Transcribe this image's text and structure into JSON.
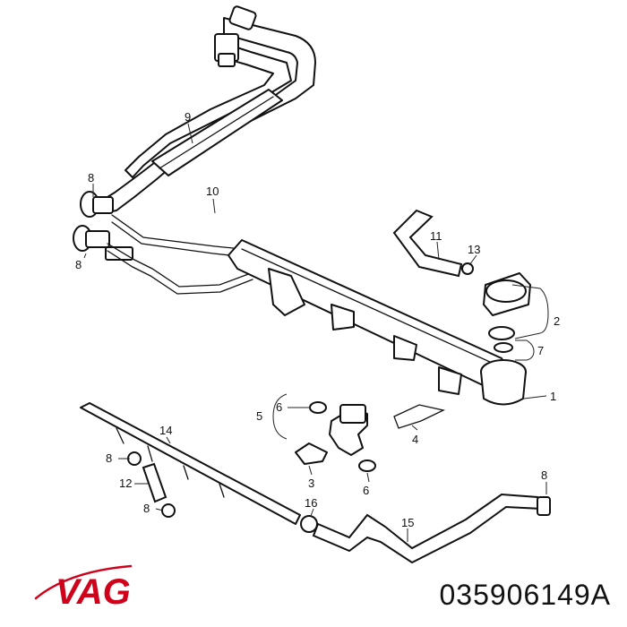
{
  "diagram": {
    "callouts": [
      {
        "id": "c9",
        "text": "9"
      },
      {
        "id": "c8a",
        "text": "8"
      },
      {
        "id": "c8b",
        "text": "8"
      },
      {
        "id": "c10",
        "text": "10"
      },
      {
        "id": "c11",
        "text": "11"
      },
      {
        "id": "c13",
        "text": "13"
      },
      {
        "id": "c2",
        "text": "2"
      },
      {
        "id": "c7",
        "text": "7"
      },
      {
        "id": "c1",
        "text": "1"
      },
      {
        "id": "c5",
        "text": "5"
      },
      {
        "id": "c6a",
        "text": "6"
      },
      {
        "id": "c6b",
        "text": "6"
      },
      {
        "id": "c3",
        "text": "3"
      },
      {
        "id": "c4",
        "text": "4"
      },
      {
        "id": "c14",
        "text": "14"
      },
      {
        "id": "c8c",
        "text": "8"
      },
      {
        "id": "c12",
        "text": "12"
      },
      {
        "id": "c8d",
        "text": "8"
      },
      {
        "id": "c16",
        "text": "16"
      },
      {
        "id": "c15",
        "text": "15"
      },
      {
        "id": "c8e",
        "text": "8"
      }
    ]
  },
  "brand": {
    "logo_text": "VAG",
    "color": "#d0021b"
  },
  "part_number": "035906149A"
}
